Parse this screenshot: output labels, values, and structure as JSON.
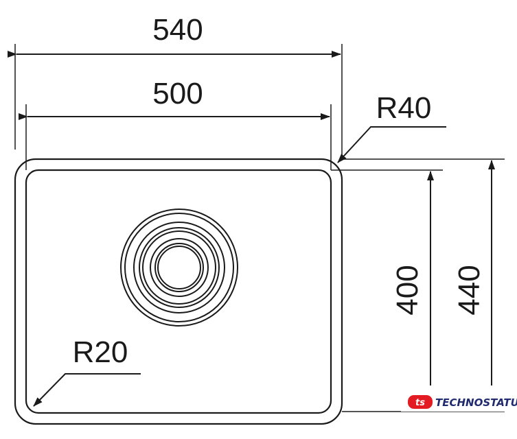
{
  "dimensions": {
    "outer_width": "540",
    "inner_width": "500",
    "outer_height": "440",
    "inner_height": "400",
    "outer_radius": "R40",
    "inner_radius": "R20"
  },
  "watermark": {
    "brand": "TECHNOSTATUS",
    "brand_color": "#1f2b6e",
    "mark_color": "#e31b23"
  }
}
